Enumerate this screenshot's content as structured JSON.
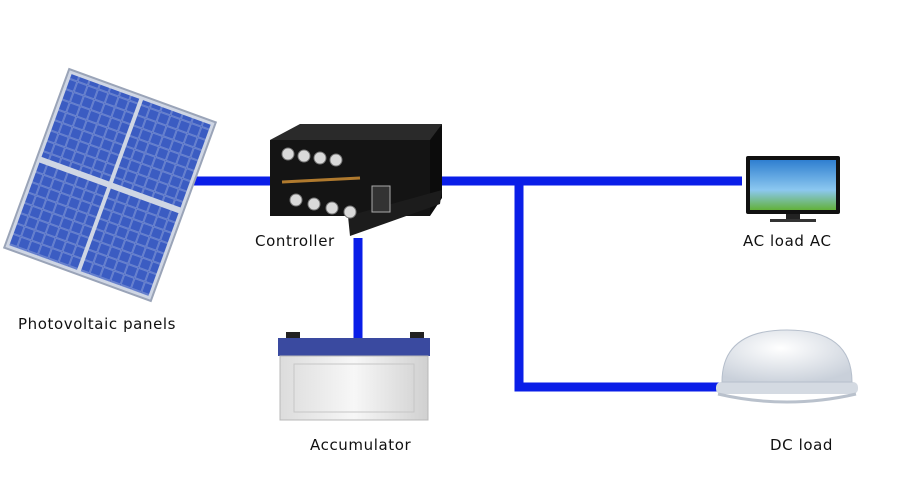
{
  "labels": {
    "photovoltaic_panels": "Photovoltaic panels",
    "controller": "Controller",
    "ac_load": "AC load AC",
    "accumulator": "Accumulator",
    "dc_load": "DC load"
  },
  "colors": {
    "wire": "#0a1ee8",
    "panel_cell": "#2d4aa8",
    "panel_frame": "#cfd6e4",
    "controller_body": "#141414",
    "battery_body": "#ececec",
    "battery_top": "#3a4aa0",
    "tv_screen": "#2e8fd6",
    "lamp_body": "#e6eaf0"
  },
  "icons": {
    "solar_panels": "solar-panel-icon",
    "controller": "controller-box-icon",
    "tv": "tv-icon",
    "battery": "battery-icon",
    "lamp": "ceiling-lamp-icon"
  }
}
